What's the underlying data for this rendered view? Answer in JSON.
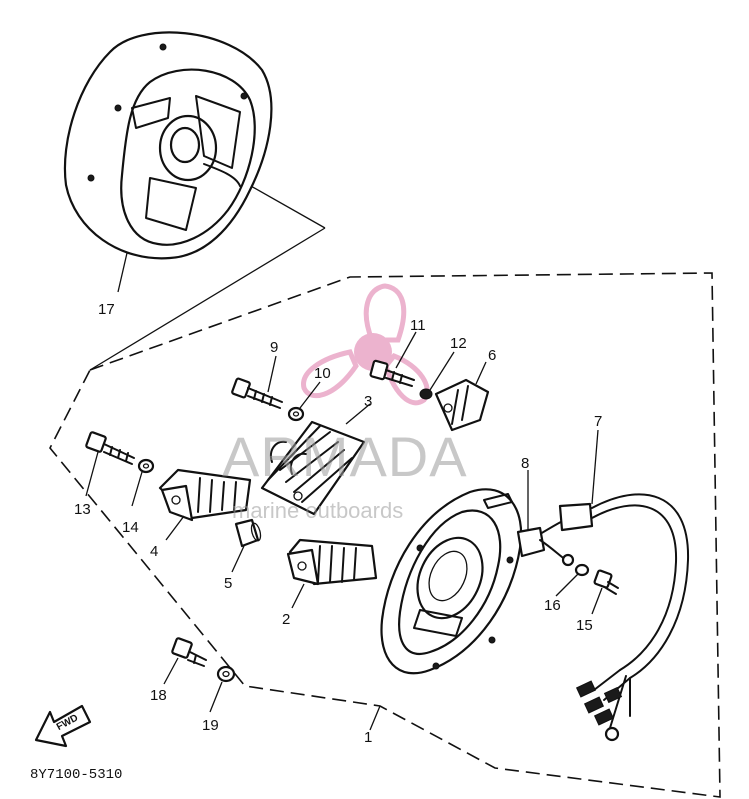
{
  "diagram": {
    "part_number": "8Y7100-5310",
    "callouts": [
      "1",
      "2",
      "3",
      "4",
      "5",
      "6",
      "7",
      "8",
      "9",
      "10",
      "11",
      "12",
      "13",
      "14",
      "15",
      "16",
      "17",
      "18",
      "19"
    ],
    "arrow_label": "FWD",
    "watermark": {
      "brand": "ARMADA",
      "tagline": "marine outboards",
      "color": "#e9a6c6"
    }
  }
}
